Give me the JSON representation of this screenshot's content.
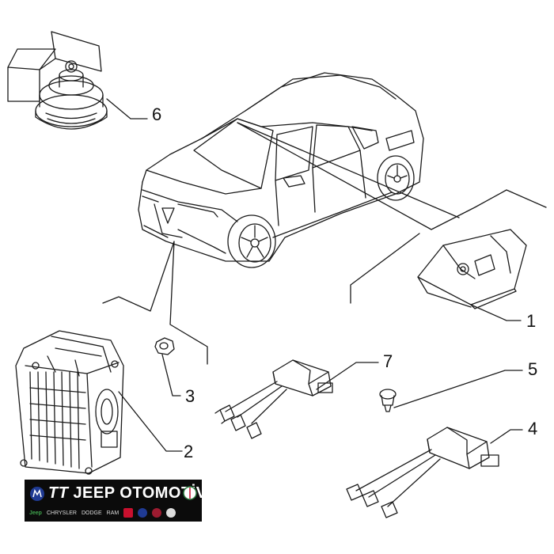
{
  "callouts": {
    "c1": "1",
    "c2": "2",
    "c3": "3",
    "c4": "4",
    "c5": "5",
    "c6": "6",
    "c7": "7"
  },
  "brand": {
    "prefix": "TT",
    "name": "JEEP OTOMOTİV",
    "logos": [
      "Jeep",
      "CHRYSLER",
      "DODGE",
      "RAM"
    ]
  },
  "colors": {
    "line": "#1a1a1a",
    "brand_bg": "#0b0b0b",
    "mopar_blue": "#1f3a93",
    "dodge_red": "#c8102e",
    "fiat_red": "#9b1b30"
  }
}
